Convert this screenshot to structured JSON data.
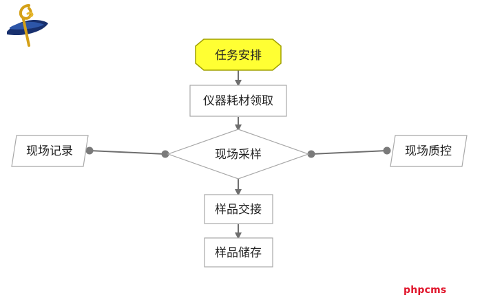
{
  "diagram": {
    "nodes": {
      "task": "任务安排",
      "instrument": "仪器耗材领取",
      "sampling": "现场采样",
      "record": "现场记录",
      "qc": "现场质控",
      "handover": "样品交接",
      "storage": "样品储存"
    }
  },
  "watermark": "phpcms",
  "colors": {
    "highlight_fill": "#ffff33",
    "highlight_stroke": "#a0a000",
    "box_stroke": "#a8a8a8",
    "connector": "#6e6e6e"
  }
}
